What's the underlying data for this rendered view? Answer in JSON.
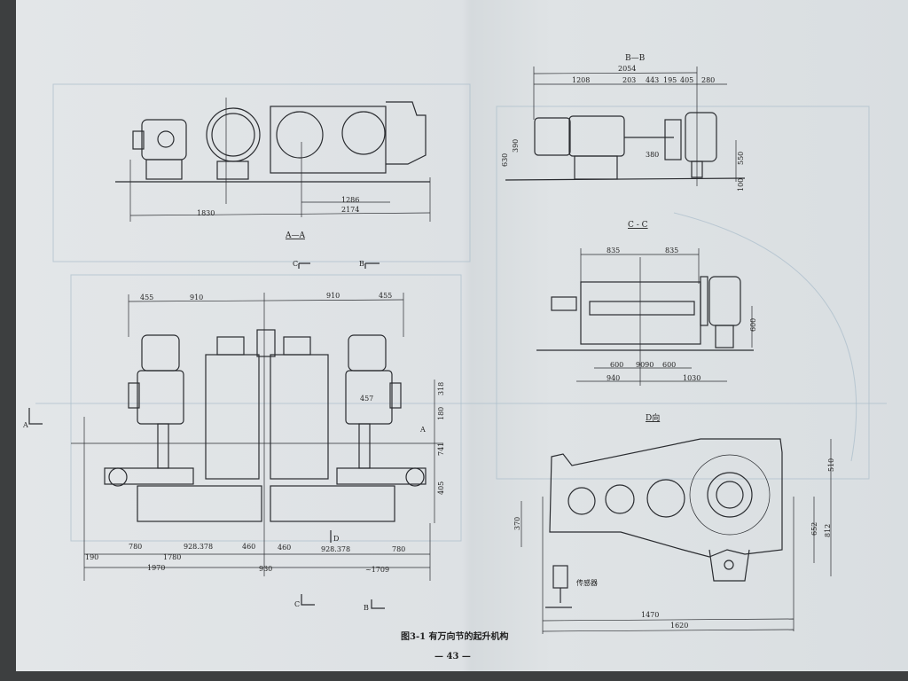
{
  "section_bb": {
    "title": "B—B",
    "dims": [
      "2054",
      "1208",
      "203",
      "443",
      "195",
      "405",
      "280",
      "380",
      "550",
      "100",
      "630",
      "390"
    ]
  },
  "section_aa": {
    "title": "A—A",
    "dims": [
      "1830",
      "2174",
      "1286"
    ]
  },
  "plan_view": {
    "markers": {
      "c_top": "C",
      "b_top": "B",
      "c_bottom": "C",
      "b_bottom": "B",
      "d": "D",
      "a_left": "A",
      "a_right": "A"
    },
    "top_dims": [
      "455",
      "910",
      "910",
      "455"
    ],
    "right_dims": [
      "318",
      "180",
      "741",
      "405"
    ],
    "motor_dim": "457",
    "bottom_dims": [
      "780",
      "928.378",
      "460",
      "460",
      "928.378",
      "780",
      "190",
      "1780",
      "1970",
      "930",
      "~1709"
    ]
  },
  "section_cc": {
    "title": "C - C",
    "dims": [
      "835",
      "835",
      "600",
      "600",
      "9090",
      "600",
      "940",
      "1030"
    ]
  },
  "view_d": {
    "title": "D向",
    "dims": [
      "510",
      "652",
      "812",
      "370",
      "1470",
      "1620"
    ],
    "sensor_label": "传感器"
  },
  "caption": "图3-1  有万向节的起升机构",
  "page_number": "— 43 —"
}
